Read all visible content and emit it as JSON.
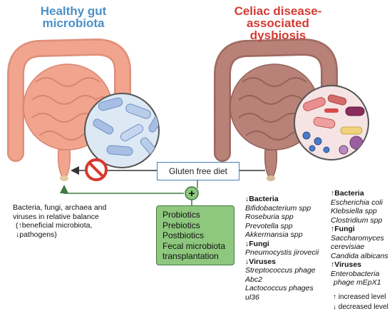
{
  "titles": {
    "healthy": [
      "Healthy gut",
      "microbiota"
    ],
    "celiac": [
      "Celiac disease-",
      "associated",
      "dysbiosis"
    ]
  },
  "gluten_free_diet": "Gluten free diet",
  "interventions": [
    "Probiotics",
    "Prebiotics",
    "Postbiotics",
    "Fecal microbiota",
    "transplantation"
  ],
  "plus_symbol": "+",
  "healthy_description": [
    "Bacteria, fungi, archaea and",
    "viruses in relative balance",
    "(↑beneficial microbiota,",
    "↓pathogens)"
  ],
  "decreased_list": {
    "bacteria_header": "↓Bacteria",
    "bacteria": [
      "Bifidobacterium spp",
      "Roseburia spp",
      "Prevotella spp",
      "Akkermansia spp"
    ],
    "fungi_header": "↓Fungi",
    "fungi": [
      "Pneumocystis jirovecii"
    ],
    "viruses_header": "↓Viruses",
    "viruses": [
      "Streptococcus phage",
      "Abc2",
      "Lactococcus phages",
      "ul36"
    ]
  },
  "increased_list": {
    "bacteria_header": "↑Bacteria",
    "bacteria": [
      "Escherichia coli",
      "Klebsiella spp",
      "Clostridium spp"
    ],
    "fungi_header": "↑Fungi",
    "fungi": [
      "Saccharomyces",
      "cerevisiae",
      "Candida albicans"
    ],
    "viruses_header": "↑Viruses",
    "viruses": [
      "Enterobacteria",
      "phage mEpX1"
    ]
  },
  "legend": {
    "increased": "↑ increased level",
    "decreased": "↓ decreased level"
  },
  "colors": {
    "healthy_title": "#4a90c8",
    "celiac_title": "#d43a32",
    "healthy_intestine": "#f2a58e",
    "dysbiosis_intestine": "#b88278",
    "intervention_box": "#8ec77e",
    "arrow_green": "#3f7a3f",
    "prohibition_red": "#d8382e"
  }
}
